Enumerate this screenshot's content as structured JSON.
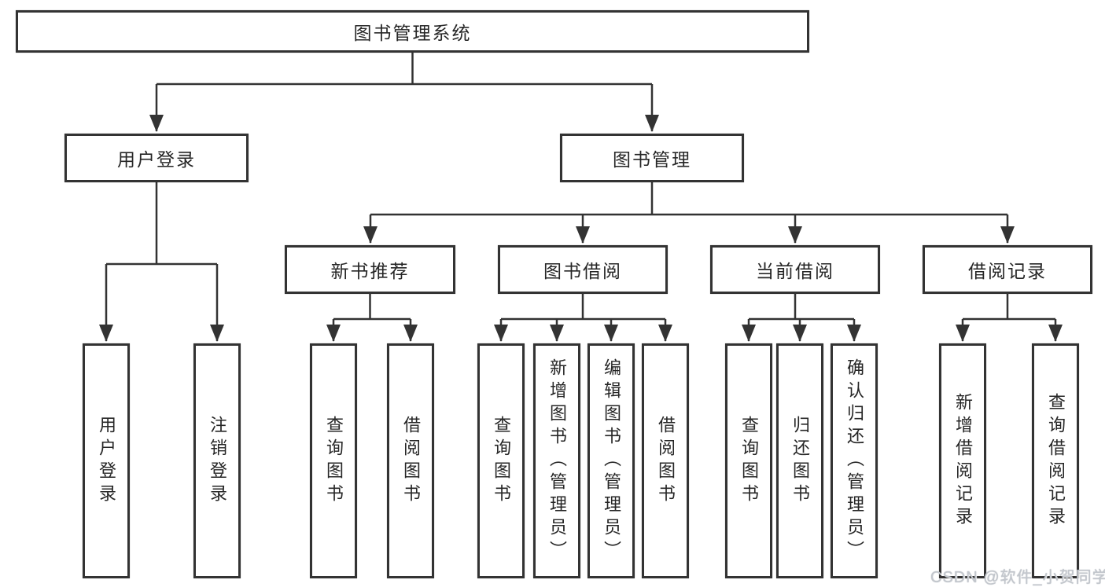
{
  "diagram": {
    "type": "hierarchy-tree",
    "tree": {
      "root": {
        "label": "图书管理系统",
        "children": [
          {
            "label": "用户登录",
            "children": [
              {
                "label": "用户登录"
              },
              {
                "label": "注销登录"
              }
            ]
          },
          {
            "label": "图书管理",
            "children": [
              {
                "label": "新书推荐",
                "children": [
                  {
                    "label": "查询图书"
                  },
                  {
                    "label": "借阅图书"
                  }
                ]
              },
              {
                "label": "图书借阅",
                "children": [
                  {
                    "label": "查询图书"
                  },
                  {
                    "label": "新增图书（管理员）"
                  },
                  {
                    "label": "编辑图书（管理员）"
                  },
                  {
                    "label": "借阅图书"
                  }
                ]
              },
              {
                "label": "当前借阅",
                "children": [
                  {
                    "label": "查询图书"
                  },
                  {
                    "label": "归还图书"
                  },
                  {
                    "label": "确认归还（管理员）"
                  }
                ]
              },
              {
                "label": "借阅记录",
                "children": [
                  {
                    "label": "新增借阅记录"
                  },
                  {
                    "label": "查询借阅记录"
                  }
                ]
              }
            ]
          }
        ]
      }
    },
    "colors": {
      "line": "#333333",
      "box_border": "#333333",
      "box_fill": "#ffffff",
      "text": "#262626",
      "watermark": "#c3c7cd"
    }
  },
  "watermark": {
    "text": "CSDN @软件_小贺同学"
  }
}
